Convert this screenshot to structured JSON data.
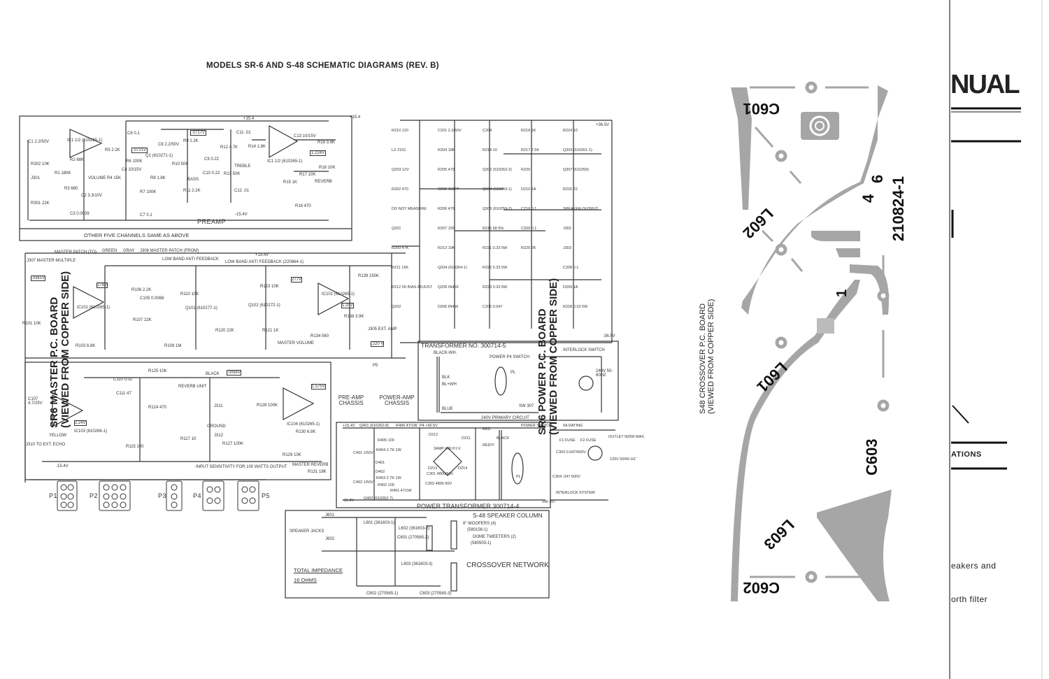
{
  "page": {
    "title": "MODELS SR-6 AND S-48 SCHEMATIC DIAGRAMS (REV. B)"
  },
  "preamp": {
    "label": "PREAMP",
    "note": "OTHER FIVE CHANNELS SAME AS ABOVE",
    "components": [
      "C1 2.2/50V",
      "R302 10K",
      "J301",
      "R301 22K",
      "R1 180K",
      "IC1 1/2 (610265-1)",
      "R2 68K",
      "R3 680",
      "C3 0.0039",
      "VOLUME R4 15K",
      "C2 3.3/10V",
      "C4 10/15V",
      "R5 2.2K",
      "C6 0.1",
      "R6 100K",
      "Q1 (610271-1)",
      "C8 2.2/50V",
      "R8 1.8K",
      "R7 100K",
      "C7 0.1",
      "R9 2.2K",
      "R10 50K",
      "BASS",
      "C9 0.22",
      "C10 0.22",
      "R11 2.2K",
      "C11 .01",
      "R12 4.7K",
      "R14 1.8K",
      "TREBLE",
      "R13 50K",
      "C12 .01",
      "IC1 1/2 (610265-1)",
      "C13 10/15V",
      "R19 3.9K",
      "R17 10K",
      "R18 10K",
      "REVERB",
      "R15 1K",
      "R16 470"
    ],
    "voltages": [
      ".0717V",
      ".0721V",
      "1.224V",
      "+15.4",
      "-15.4V"
    ]
  },
  "master": {
    "board_label": "SR6 MASTER P.C. BOARD",
    "board_sublabel": "(VIEWED FROM COPPER SIDE)",
    "components": [
      "J307 MASTER MULTIPLE",
      "MASTER PATCH (TO)",
      "GREEN",
      "GRAY",
      "J308 MASTER PATCH (FROM)",
      "LOW BAND ANTI FEEDBACK",
      "R101 10K",
      "R103 6.8K",
      "IC101 (610265-1)",
      "R106 2.2K",
      "C105 0.0068",
      "R107 22K",
      "R108 1M",
      "R110 10K",
      "Q101 (610277-1)",
      "LOW BAND ANTI FEEDBACK (220664-1)",
      "Q102 (610272-1)",
      "R120 22K",
      "R121 1K",
      "R123 10K",
      "IC102 (610265-1)",
      "R138 3.9K",
      "R139 150K",
      "J305 EXT. AMP",
      "MASTER VOLUME",
      "R134 560",
      "BLACK",
      "C110 0.02",
      "C111 47",
      "IC103 (610266-1)",
      "R115 100",
      "R124 470",
      "R125 10K",
      "YELLOW",
      "J310 TO EXT. ECHO",
      "C107 4.7/25V",
      "R117 10",
      "R127 100K",
      "J311",
      "J312",
      "GROUND",
      "REVERB UNIT",
      "R128 100K",
      "IC104 (610265-1)",
      "R130 6.8K",
      "R131 18K",
      "R129 10K",
      "MASTER REVERB",
      "INPUT SENSITIVITY FOR 100 WATTS OUTPUT"
    ],
    "voltages": [
      ".0361V",
      "278V",
      "277V",
      "1.20V",
      ".0064V",
      "1.575V",
      "2.24V",
      "-15.4V",
      "+15.4V",
      ".220 V"
    ]
  },
  "connectors": [
    "P1",
    "P2",
    "P3",
    "P4",
    "P5"
  ],
  "chassis": {
    "p5_label": "P5",
    "preamp_chassis": "PRE-AMP CHASSIS",
    "poweramp_chassis": "POWER-AMP CHASSIS"
  },
  "power_board": {
    "board_label": "SR6 POWER P.C. BOARD",
    "board_sublabel": "(VIEWED FROM COPPER SIDE)",
    "components": [
      "R210 120",
      "LZ Z101",
      "Q203 12V",
      "R202 470",
      "DO NOT MEASURE",
      "Q201",
      "R209 47K",
      "R211 15K",
      "R212 2K BIAS ADJUST",
      "Q202",
      "C201 2.2/50V",
      "R204 18K",
      "R205 470",
      "C202 150PF",
      "R206 470",
      "R207 150",
      "R213 10K",
      "Q204 (610264-1)",
      "Q205 IN456",
      "D206 IN456",
      "C204",
      "R214 10",
      "Q302 (610262-2)",
      "Q304 (610259-1)",
      "Q305 (610259-2)",
      "R215 68 5%",
      "R221 0.33 5W",
      "R222 0.33 5W",
      "R223 0.33 5W",
      "C205 0.047",
      "R218 1K",
      "R217 7.5K",
      "R220",
      "D210 1A",
      "C210 0.1",
      "C209 0.1",
      "R225 2K",
      "R224 10",
      "Q303 (610261-1)",
      "Q307 (610259)",
      "R226 22",
      "SPEAKER OUTPUT",
      "J302",
      "J303",
      "C208 0.1",
      "D209 1A",
      "R228 0.33 5W"
    ],
    "voltages": [
      "+36.5V",
      "-36.5V",
      "+15.4"
    ]
  },
  "transformer_primary": {
    "title": "TRANSFORMER NO. 300714-5",
    "labels": [
      "BLACK-WH.",
      "BLK",
      "BL+WH",
      "BLUE",
      "POWER P4 SWITCH",
      "PL",
      "INTERLOCK SWITCH",
      "SW 307",
      "240V 50-60HZ"
    ],
    "footer": "240V PRIMARY CIRCUIT"
  },
  "power_supply": {
    "title": "POWER TRANSFORMER 300714-4",
    "labels": [
      "+15.4V",
      "Q401 (610262-8)",
      "R406 47/1W",
      "R405 100",
      "R404 2.7K 1W",
      "C401 1/50V",
      "D401",
      "D402",
      "C402 1/50V",
      "R403 2.7K 1W",
      "R402 100",
      "R401 47/1W",
      "Q402 (610262-7)",
      "-15.4V",
      "P4 +56.5V",
      "D212",
      "D211",
      "3AMP 400 P.I.V.",
      "D213",
      "D214",
      "C301 4800/60V",
      "C302 4800 60V",
      "RED",
      "RED/Y",
      "BLACK",
      "PL",
      "POWER SWITCH",
      "6A RATING",
      "F1 FUSE",
      "F2 FUSE",
      "OUTLET 500W MAX.",
      "120V 50/60 HZ",
      "C303 0.047/600V",
      "C304 .047 600V",
      "INTERLOCK SYSTEM",
      "SW 307"
    ]
  },
  "speaker_column": {
    "title": "S-48 SPEAKER COLUMN",
    "jacks": [
      "J601",
      "SPEAKER JACKS",
      "J602"
    ],
    "parts": [
      "L601 (361603-1)",
      "L602 (361603-2)",
      "C601 (270565-2)",
      "L603 (361603-3)",
      "C602 (270565-1)",
      "C603 (270565-3)"
    ],
    "woofers": "8\" WOOFERS (4)",
    "woofers_part": "(580156-1)",
    "tweeters": "DOME TWEETERS (2)",
    "tweeters_part": "(580503-1)",
    "network": "CROSSOVER NETWORK",
    "impedance_label": "TOTAL IMPEDANCE",
    "impedance_value": "16 OHMS"
  },
  "crossover_pcb": {
    "label_line1": "S48 CROSSOVER P.C. BOARD",
    "label_line2": "(VIEWED FROM COPPER SIDE)",
    "parts": [
      "C601",
      "L602",
      "L601",
      "C603",
      "L603",
      "C602"
    ],
    "part_number": "210824-1",
    "pins": [
      "1",
      "4",
      "6"
    ]
  },
  "next_page": {
    "heading_fragment": "NUAL",
    "section_fragment": "ATIONS",
    "line1": "eakers and",
    "line2": "orth filter"
  }
}
